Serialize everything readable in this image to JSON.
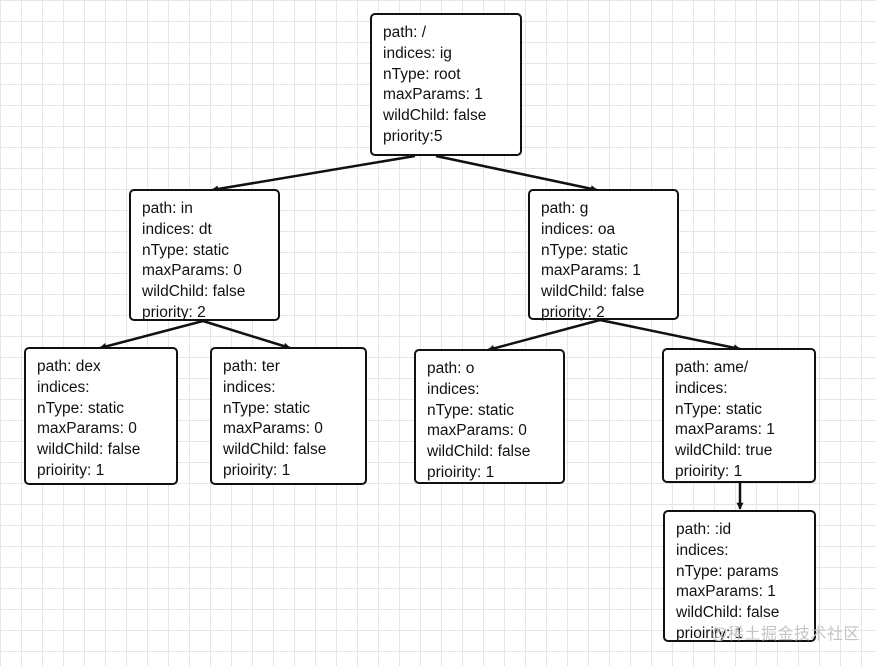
{
  "nodes": [
    {
      "id": "root",
      "lines": [
        "path: /",
        "indices: ig",
        "nType: root",
        "maxParams: 1",
        "wildChild: false",
        "priority:5"
      ]
    },
    {
      "id": "in",
      "lines": [
        "path: in",
        "indices: dt",
        "nType: static",
        "maxParams: 0",
        "wildChild: false",
        "priority: 2"
      ]
    },
    {
      "id": "g",
      "lines": [
        "path: g",
        "indices: oa",
        "nType: static",
        "maxParams: 1",
        "wildChild: false",
        "priority: 2"
      ]
    },
    {
      "id": "dex",
      "lines": [
        "path: dex",
        "indices:",
        "nType: static",
        "maxParams: 0",
        "wildChild: false",
        "prioirity: 1"
      ]
    },
    {
      "id": "ter",
      "lines": [
        "path: ter",
        "indices:",
        "nType: static",
        "maxParams: 0",
        "wildChild: false",
        "prioirity: 1"
      ]
    },
    {
      "id": "o",
      "lines": [
        "path: o",
        "indices:",
        "nType: static",
        "maxParams: 0",
        "wildChild: false",
        "prioirity: 1"
      ]
    },
    {
      "id": "ame",
      "lines": [
        "path: ame/",
        "indices:",
        "nType: static",
        "maxParams: 1",
        "wildChild: true",
        "prioirity: 1"
      ]
    },
    {
      "id": "id",
      "lines": [
        "path: :id",
        "indices:",
        "nType: params",
        "maxParams: 1",
        "wildChild: false",
        "prioirity: 1"
      ]
    }
  ],
  "edges": [
    {
      "from": "root",
      "to": "in"
    },
    {
      "from": "root",
      "to": "g"
    },
    {
      "from": "in",
      "to": "dex"
    },
    {
      "from": "in",
      "to": "ter"
    },
    {
      "from": "g",
      "to": "o"
    },
    {
      "from": "g",
      "to": "ame"
    },
    {
      "from": "ame",
      "to": "id"
    }
  ],
  "watermark": "@稀土掘金技术社区"
}
